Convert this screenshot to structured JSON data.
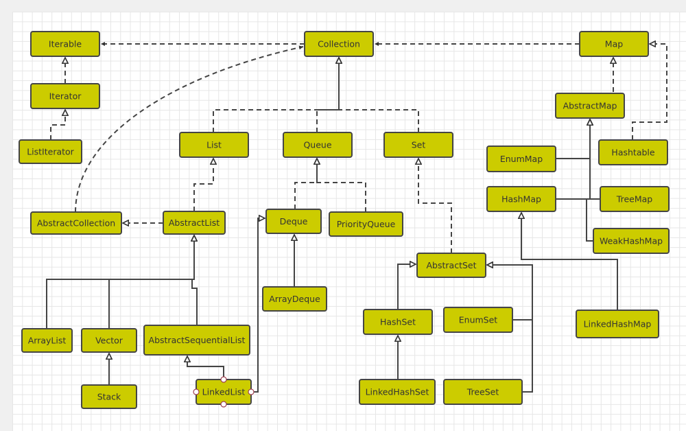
{
  "diagram": {
    "colors": {
      "box_fill": "#cccc00",
      "box_border": "#454545",
      "line": "#444444"
    },
    "nodes": [
      {
        "id": "Iterable",
        "label": "Iterable"
      },
      {
        "id": "Iterator",
        "label": "Iterator"
      },
      {
        "id": "ListIterator",
        "label": "ListIterator"
      },
      {
        "id": "Collection",
        "label": "Collection"
      },
      {
        "id": "Map",
        "label": "Map"
      },
      {
        "id": "AbstractMap",
        "label": "AbstractMap"
      },
      {
        "id": "List",
        "label": "List"
      },
      {
        "id": "Queue",
        "label": "Queue"
      },
      {
        "id": "Set",
        "label": "Set"
      },
      {
        "id": "Hashtable",
        "label": "Hashtable"
      },
      {
        "id": "EnumMap",
        "label": "EnumMap"
      },
      {
        "id": "HashMap",
        "label": "HashMap"
      },
      {
        "id": "TreeMap",
        "label": "TreeMap"
      },
      {
        "id": "WeakHashMap",
        "label": "WeakHashMap"
      },
      {
        "id": "AbstractCollection",
        "label": "AbstractCollection"
      },
      {
        "id": "AbstractList",
        "label": "AbstractList"
      },
      {
        "id": "Deque",
        "label": "Deque"
      },
      {
        "id": "PriorityQueue",
        "label": "PriorityQueue"
      },
      {
        "id": "ArrayDeque",
        "label": "ArrayDeque"
      },
      {
        "id": "AbstractSet",
        "label": "AbstractSet"
      },
      {
        "id": "HashSet",
        "label": "HashSet"
      },
      {
        "id": "EnumSet",
        "label": "EnumSet"
      },
      {
        "id": "LinkedHashMap",
        "label": "LinkedHashMap"
      },
      {
        "id": "ArrayList",
        "label": "ArrayList"
      },
      {
        "id": "Vector",
        "label": "Vector"
      },
      {
        "id": "AbstractSequentialList",
        "label": "AbstractSequentialList"
      },
      {
        "id": "Stack",
        "label": "Stack"
      },
      {
        "id": "LinkedList",
        "label": "LinkedList"
      },
      {
        "id": "LinkedHashSet",
        "label": "LinkedHashSet"
      },
      {
        "id": "TreeSet",
        "label": "TreeSet"
      }
    ],
    "edges": [
      {
        "from": "Collection",
        "to": "Iterable",
        "style": "dashed",
        "head": "filled"
      },
      {
        "from": "Map",
        "to": "Collection",
        "style": "dashed",
        "head": "filled"
      },
      {
        "from": "Iterator",
        "to": "Iterable",
        "style": "dashed",
        "head": "hollow"
      },
      {
        "from": "ListIterator",
        "to": "Iterator",
        "style": "dashed",
        "head": "hollow"
      },
      {
        "from": "AbstractCollection",
        "to": "Collection",
        "style": "dashed",
        "head": "filled"
      },
      {
        "from": "List",
        "to": "Collection",
        "style": "dashed",
        "head": "hollow"
      },
      {
        "from": "Queue",
        "to": "Collection",
        "style": "dashed",
        "head": "hollow"
      },
      {
        "from": "Set",
        "to": "Collection",
        "style": "dashed",
        "head": "hollow"
      },
      {
        "from": "AbstractMap",
        "to": "Map",
        "style": "dashed",
        "head": "hollow"
      },
      {
        "from": "Hashtable",
        "to": "Map",
        "style": "dashed",
        "head": "hollow"
      },
      {
        "from": "AbstractList",
        "to": "List",
        "style": "dashed",
        "head": "hollow"
      },
      {
        "from": "AbstractList",
        "to": "AbstractCollection",
        "style": "dashed",
        "head": "hollow"
      },
      {
        "from": "Deque",
        "to": "Queue",
        "style": "dashed",
        "head": "hollow"
      },
      {
        "from": "PriorityQueue",
        "to": "Queue",
        "style": "dashed",
        "head": "hollow"
      },
      {
        "from": "AbstractSet",
        "to": "Set",
        "style": "dashed",
        "head": "hollow"
      },
      {
        "from": "EnumMap",
        "to": "AbstractMap",
        "style": "solid",
        "head": "hollow"
      },
      {
        "from": "HashMap",
        "to": "AbstractMap",
        "style": "solid",
        "head": "hollow"
      },
      {
        "from": "TreeMap",
        "to": "AbstractMap",
        "style": "solid",
        "head": "hollow"
      },
      {
        "from": "WeakHashMap",
        "to": "AbstractMap",
        "style": "solid",
        "head": "hollow"
      },
      {
        "from": "ArrayList",
        "to": "AbstractList",
        "style": "solid",
        "head": "hollow"
      },
      {
        "from": "Vector",
        "to": "AbstractList",
        "style": "solid",
        "head": "hollow"
      },
      {
        "from": "AbstractSequentialList",
        "to": "AbstractList",
        "style": "solid",
        "head": "hollow"
      },
      {
        "from": "ArrayDeque",
        "to": "Deque",
        "style": "solid",
        "head": "hollow"
      },
      {
        "from": "LinkedList",
        "to": "Deque",
        "style": "solid",
        "head": "hollow"
      },
      {
        "from": "LinkedList",
        "to": "AbstractSequentialList",
        "style": "solid",
        "head": "hollow"
      },
      {
        "from": "Stack",
        "to": "Vector",
        "style": "solid",
        "head": "hollow"
      },
      {
        "from": "HashSet",
        "to": "AbstractSet",
        "style": "solid",
        "head": "hollow"
      },
      {
        "from": "EnumSet",
        "to": "AbstractSet",
        "style": "solid",
        "head": "hollow"
      },
      {
        "from": "TreeSet",
        "to": "AbstractSet",
        "style": "solid",
        "head": "hollow"
      },
      {
        "from": "LinkedHashSet",
        "to": "HashSet",
        "style": "solid",
        "head": "hollow"
      },
      {
        "from": "LinkedHashMap",
        "to": "HashMap",
        "style": "solid",
        "head": "hollow"
      }
    ],
    "selected": "LinkedList"
  }
}
